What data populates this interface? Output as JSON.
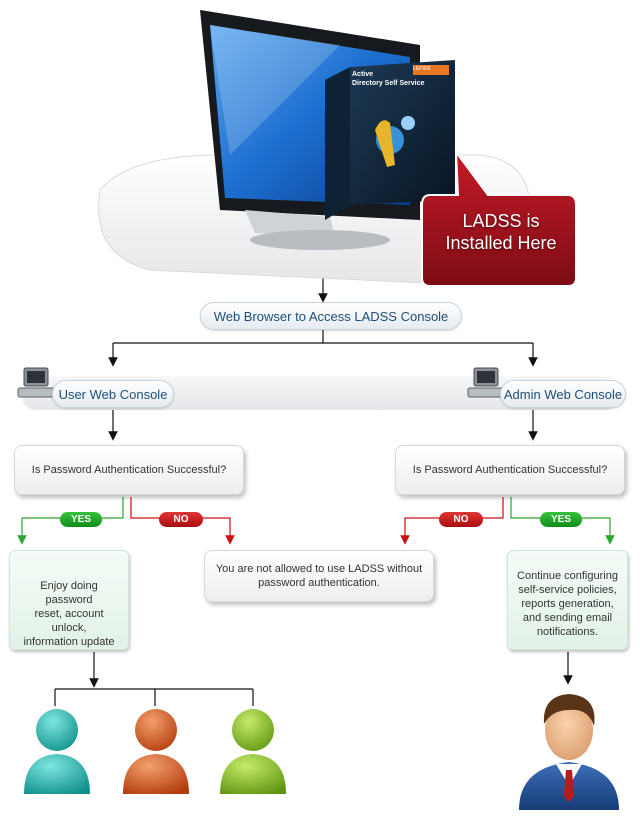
{
  "product": {
    "box_title_line1": "Active",
    "box_title_line2": "Directory Self Service",
    "box_brand": "LEPIDE"
  },
  "callout": {
    "line1": "LADSS is",
    "line2": "Installed Here"
  },
  "browser_node": {
    "label": "Web Browser to Access LADSS Console"
  },
  "user_console": {
    "label": "User Web Console"
  },
  "admin_console": {
    "label": "Admin Web Console"
  },
  "left_question": {
    "label": "Is Password Authentication Successful?"
  },
  "right_question": {
    "label": "Is Password Authentication Successful?"
  },
  "tags": {
    "yes": "YES",
    "no": "NO"
  },
  "denied_message": {
    "line1": "You are not allowed to use LADSS without",
    "line2": "password authentication."
  },
  "user_outcome": {
    "line1": "Enjoy doing password",
    "line2": "reset, account unlock,",
    "line3": "information update"
  },
  "admin_outcome": {
    "line1": "Continue configuring",
    "line2": "self-service policies,",
    "line3": "reports generation,",
    "line4": "and sending email",
    "line5": "notifications."
  },
  "colors": {
    "teal_user": "#1fb6b0",
    "orange_user": "#d4551a",
    "green_user": "#7cb51c",
    "yes_line": "#2aa82f",
    "no_line": "#cc1111",
    "callout": "#a4101c"
  }
}
